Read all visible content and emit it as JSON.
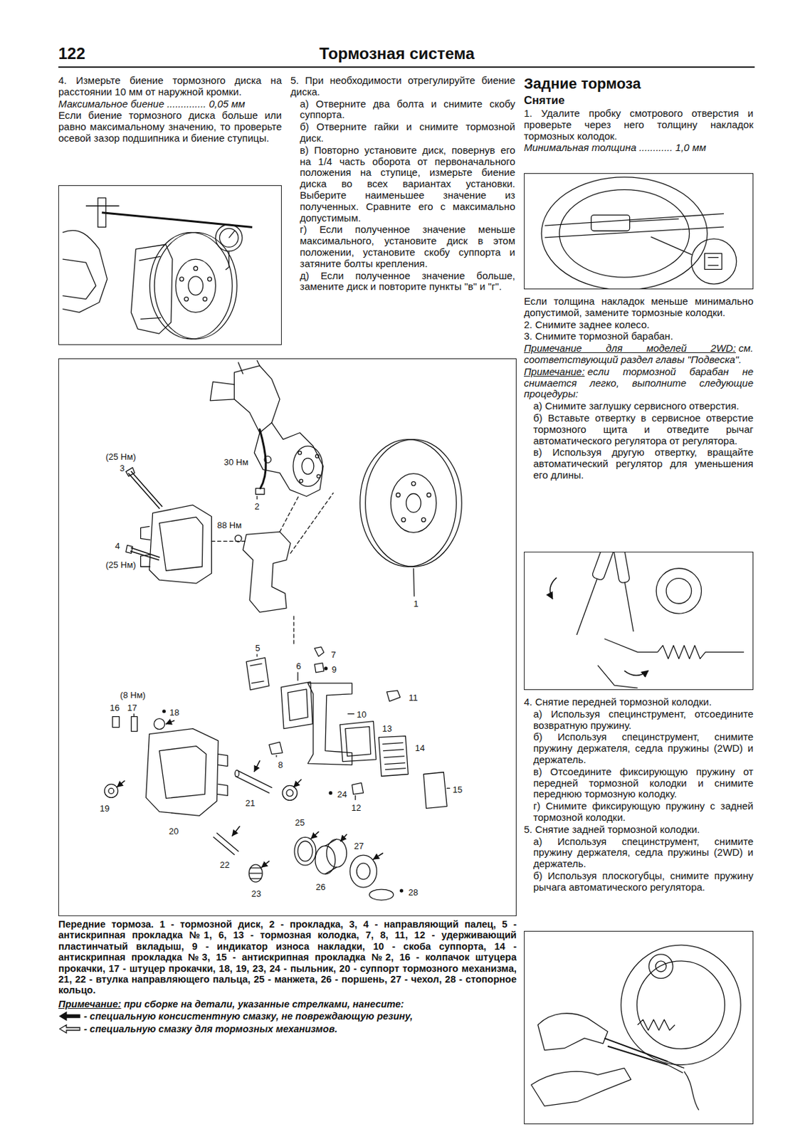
{
  "diagram": {
    "title": "Тормозная система",
    "caption": "Передние тормоза. 1 - тормозной диск, 2 - прокладка, 3, 4 - направляющий палец, 5 - антискрипная прокладка №1, 6, 13 - тормозная колодка, 7, 8, 11, 12 - удерживающий пластинчатый вкладыш, 9 - индикатор износа накладки, 10 - скоба суппорта, 14 - антискрипная прокладка №3, 15 - антискрипная прокладка №2, 16 - колпачок штуцера прокачки, 17 - штуцер прокачки, 18, 19, 23, 24 - пыльник, 20 - суппорт тормозного механизма, 21, 22 - втулка направляющего пальца, 25 - манжета, 26 - поршень, 27 - чехол, 28 - стопорное кольцо.",
    "labels": [
      "122",
      "4. Измерьте биение тормозного диска на расстоянии 10 мм от наружной кромки.",
      "Максимальное биение .............. 0,05 мм",
      "Если биение тормозного диска больше или равно максимальному значению, то проверьте осевой зазор подшипника и биение ступицы.",
      "5. При необходимости отрегулируйте биение диска.",
      "а) Отверните два болта и снимите скобу суппорта.",
      "б) Отверните гайки и снимите тормозной диск.",
      "в) Повторно установите диск, повернув его на 1/4 часть оборота от первоначального положения на ступице, измерьте биение диска во всех вариантах установки. Выберите наименьшее значение из полученных. Сравните его с максимально допустимым.",
      "г) Если полученное значение меньше максимального, установите диск в этом положении, установите скобу суппорта и затяните болты крепления.",
      "д) Если полученное значение больше, замените диск и повторите пункты \"в\" и \"г\".",
      "Задние тормоза",
      "Снятие",
      "1. Удалите пробку смотрового отверстия и проверьте через него толщину накладок тормозных колодок.",
      "Минимальная толщина ............ 1,0 мм",
      "Если толщина накладок меньше минимально допустимой, замените тормозные колодки.",
      "2. Снимите заднее колесо.",
      "3. Снимите тормозной барабан.",
      "Примечание для моделей 2WD:",
      "см. соответствующий раздел главы \"Подвеска\".",
      "Примечание:",
      "если тормозной барабан не снимается легко, выполните следующие процедуры:",
      "а) Снимите заглушку сервисного отверстия.",
      "б) Вставьте отвертку в сервисное отверстие тормозного щита и отведите рычаг автоматического регулятора от регулятора.",
      "в) Используя другую отвертку, вращайте автоматический регулятор для уменьшения его длины.",
      "4. Снятие передней тормозной колодки.",
      "а) Используя специнструмент, отсоедините возвратную пружину.",
      "б) Используя специнструмент, снимите пружину держателя, седла пружины (2WD) и держатель.",
      "в) Отсоедините фиксирующую пружину от передней тормозной колодки и снимите переднюю тормозную колодку.",
      "г) Снимите фиксирующую пружину с задней тормозной колодки.",
      "5. Снятие задней тормозной колодки.",
      "а) Используя специнструмент, снимите пружину держателя, седла пружины (2WD) и держатель.",
      "б) Используя плоскогубцы, снимите пружину рычага автоматического регулятора.",
      "(25 Нм)",
      "3",
      "30 Нм",
      "2",
      "88 Нм",
      "4",
      "(25 Нм)",
      "1",
      "5",
      "7",
      "6",
      "9",
      "11",
      "10",
      "(8 Нм)",
      "16",
      "17",
      "18",
      "13",
      "14",
      "8",
      "19",
      "15",
      "21",
      "24",
      "12",
      "20",
      "25",
      "27",
      "22",
      "26",
      "28",
      "23",
      "Примечание:",
      "при сборке на детали, указанные стрелками, нанесите:"
    ],
    "legend": [
      {
        "text": "- специальную консистентную смазку, не повреждающую резину,"
      },
      {
        "text": "- специальную смазку для тормозных механизмов."
      }
    ]
  }
}
